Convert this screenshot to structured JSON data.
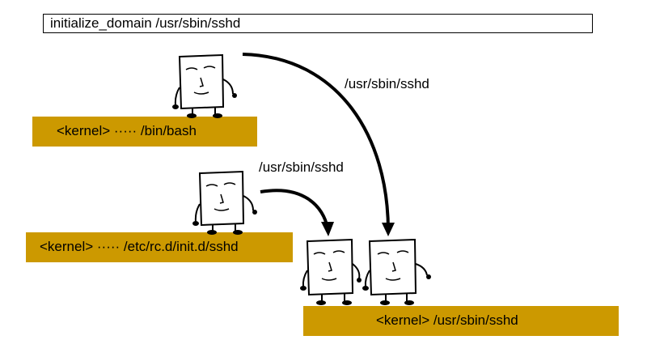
{
  "title": "initialize_domain /usr/sbin/sshd",
  "bars": {
    "bash": "<kernel> ·····  /bin/bash",
    "init": "<kernel> ·····  /etc/rc.d/init.d/sshd",
    "sshd": "<kernel> /usr/sbin/sshd"
  },
  "arrow_labels": {
    "top": "/usr/sbin/sshd",
    "mid": "/usr/sbin/sshd"
  },
  "icons": [
    "paper-character-icon"
  ]
}
